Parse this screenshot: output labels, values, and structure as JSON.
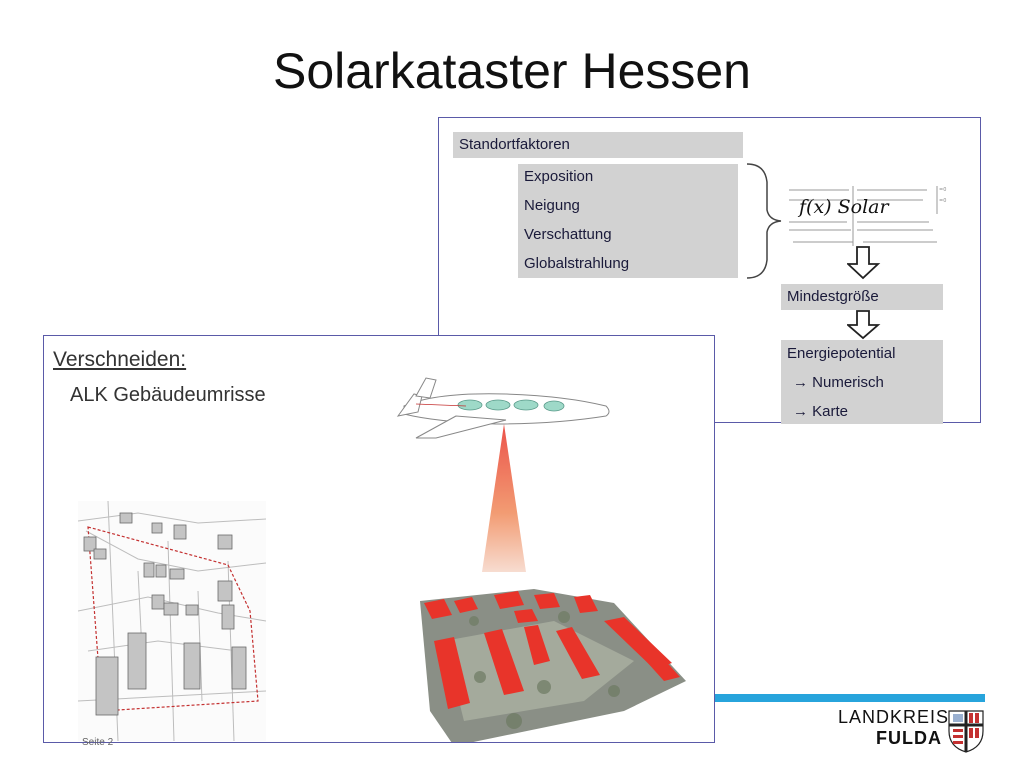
{
  "slide": {
    "title": "Solarkataster Hessen",
    "footer_page": "Seite 2"
  },
  "right_panel": {
    "header": "Standortfaktoren",
    "factors": [
      "Exposition",
      "Neigung",
      "Verschattung",
      "Globalstrahlung"
    ],
    "formula_label": "f(x) Solar",
    "minimum_size": "Mindestgröße",
    "energy": {
      "heading": "Energiepotential",
      "items": [
        "→ Numerisch",
        "→ Karte"
      ]
    }
  },
  "left_panel": {
    "heading": "Verschneiden:",
    "subheading": "ALK Gebäudeumrisse"
  },
  "logo": {
    "line1": "LANDKREIS",
    "line2": "FULDA"
  },
  "colors": {
    "accent_blue": "#27a4dc",
    "panel_border": "#5a5aa8",
    "box_grey": "#d2d2d2",
    "roof_red": "#e8342a"
  }
}
